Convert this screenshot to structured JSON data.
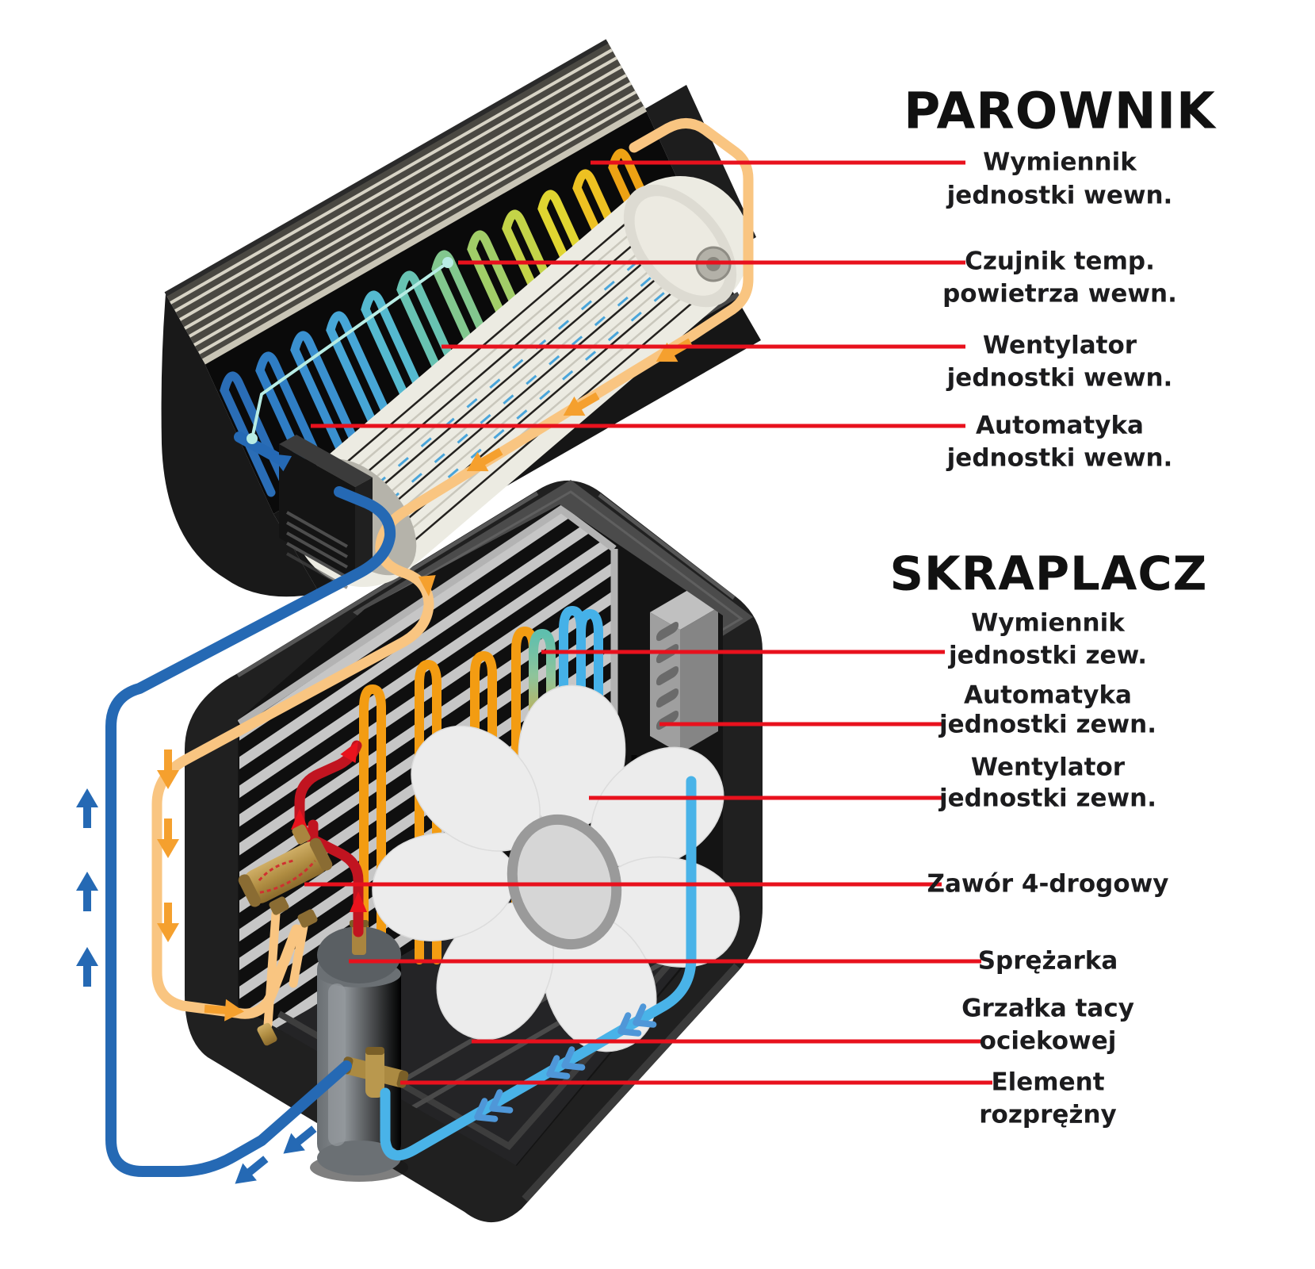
{
  "diagram": {
    "parownik": {
      "title": "PAROWNIK",
      "labels": [
        {
          "lines": [
            "Wymiennik",
            "jednostki wewn."
          ]
        },
        {
          "lines": [
            "Czujnik temp.",
            "powietrza wewn."
          ]
        },
        {
          "lines": [
            "Wentylator",
            "jednostki wewn."
          ]
        },
        {
          "lines": [
            "Automatyka",
            "jednostki wewn."
          ]
        }
      ]
    },
    "skraplacz": {
      "title": "SKRAPLACZ",
      "labels": [
        {
          "lines": [
            "Wymiennik",
            "jednostki zew."
          ]
        },
        {
          "lines": [
            "Automatyka",
            "jednostki zewn."
          ]
        },
        {
          "lines": [
            "Wentylator",
            "jednostki zewn."
          ]
        },
        {
          "lines": [
            "Zawór 4-drogowy"
          ]
        },
        {
          "lines": [
            "Sprężarka"
          ]
        },
        {
          "lines": [
            "Grzałka tacy",
            "ociekowej"
          ]
        },
        {
          "lines": [
            "Element",
            "rozprężny"
          ]
        }
      ]
    },
    "colors": {
      "leader_red": "#e8111d",
      "hot_gas_red": "#c11420",
      "warm_pipe_orange": "#f9c581",
      "cold_pipe_blue": "#2569b4",
      "cool_pipe_lightblue": "#49b3e8",
      "coil_orange": "#f39c12",
      "coil_blue": "#45b1e8",
      "brass": "#b08d42",
      "case_dark": "#202020",
      "case_top_gray": "#4b4b4b",
      "fin_light": "#c6c6c6",
      "fan_white": "#ececec"
    }
  }
}
